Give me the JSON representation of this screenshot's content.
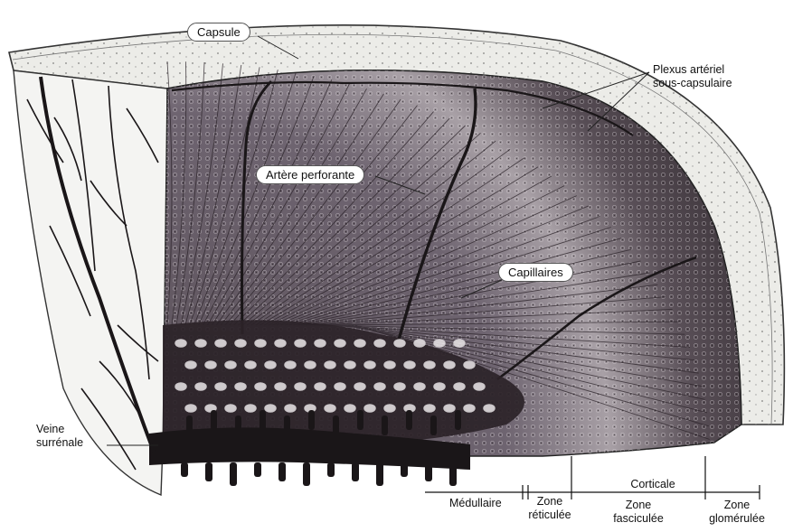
{
  "labels": {
    "capsule": "Capsule",
    "plexus_line1": "Plexus artériel",
    "plexus_line2": "sous-capsulaire",
    "perforating_artery": "Artère perforante",
    "capillaries": "Capillaires",
    "vein_line1": "Veine",
    "vein_line2": "surrénale"
  },
  "zones": {
    "corticale": "Corticale",
    "medullaire": "Médullaire",
    "reticulee_line1": "Zone",
    "reticulee_line2": "réticulée",
    "fasciculee_line1": "Zone",
    "fasciculee_line2": "fasciculée",
    "glomerulee_line1": "Zone",
    "glomerulee_line2": "glomérulée"
  },
  "colors": {
    "ink": "#1a1618",
    "tissue_dark": "#4a4048",
    "tissue_mid": "#8a8088",
    "tissue_light": "#d8d4d4",
    "capsule_fill": "#eeeeea",
    "medulla_fill": "#f4f4f2"
  }
}
